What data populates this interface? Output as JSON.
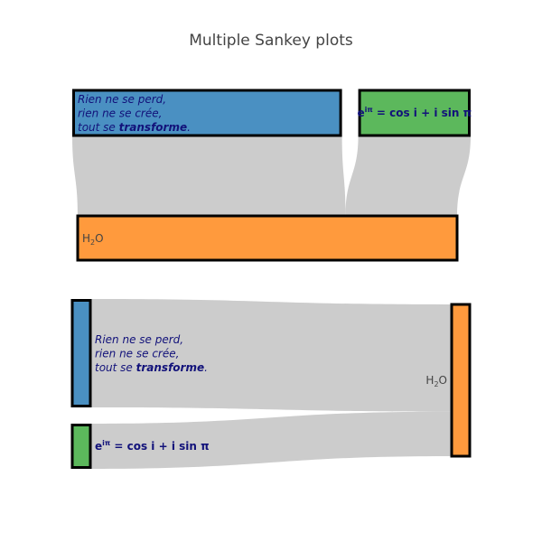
{
  "title": "Multiple Sankey plots",
  "colors": {
    "blue": "#4a90c2",
    "green": "#5cb85c",
    "orange": "#ff9a3d",
    "link": "#cccccc",
    "node_border": "#000000",
    "label_text": "#12127a"
  },
  "chart_data": [
    {
      "type": "sankey",
      "orientation": "v",
      "nodes": [
        {
          "id": "n1",
          "label_lines": [
            "Rien ne se perd,",
            "rien ne se crée,",
            "tout se transforme."
          ],
          "emphasis": "transforme",
          "color": "blue"
        },
        {
          "id": "n2",
          "label": "eiπ = cos i + i sin π",
          "label_base": "e",
          "label_sup": "iπ",
          "label_rest": " = cos i + i sin π",
          "color": "green"
        },
        {
          "id": "n3",
          "label": "H2O",
          "label_parts": [
            "H",
            "2",
            "O"
          ],
          "color": "orange"
        }
      ],
      "links": [
        {
          "source": "n1",
          "target": "n3",
          "value": 2.4
        },
        {
          "source": "n2",
          "target": "n3",
          "value": 1
        }
      ]
    },
    {
      "type": "sankey",
      "orientation": "h",
      "nodes": [
        {
          "id": "n1",
          "label_lines": [
            "Rien ne se perd,",
            "rien ne se crée,",
            "tout se transforme."
          ],
          "emphasis": "transforme",
          "color": "blue"
        },
        {
          "id": "n2",
          "label": "eiπ = cos i + i sin π",
          "label_base": "e",
          "label_sup": "iπ",
          "label_rest": " = cos i + i sin π",
          "color": "green"
        },
        {
          "id": "n3",
          "label": "H2O",
          "label_parts": [
            "H",
            "2",
            "O"
          ],
          "color": "orange"
        }
      ],
      "links": [
        {
          "source": "n1",
          "target": "n3",
          "value": 2.4
        },
        {
          "source": "n2",
          "target": "n3",
          "value": 1
        }
      ]
    }
  ]
}
